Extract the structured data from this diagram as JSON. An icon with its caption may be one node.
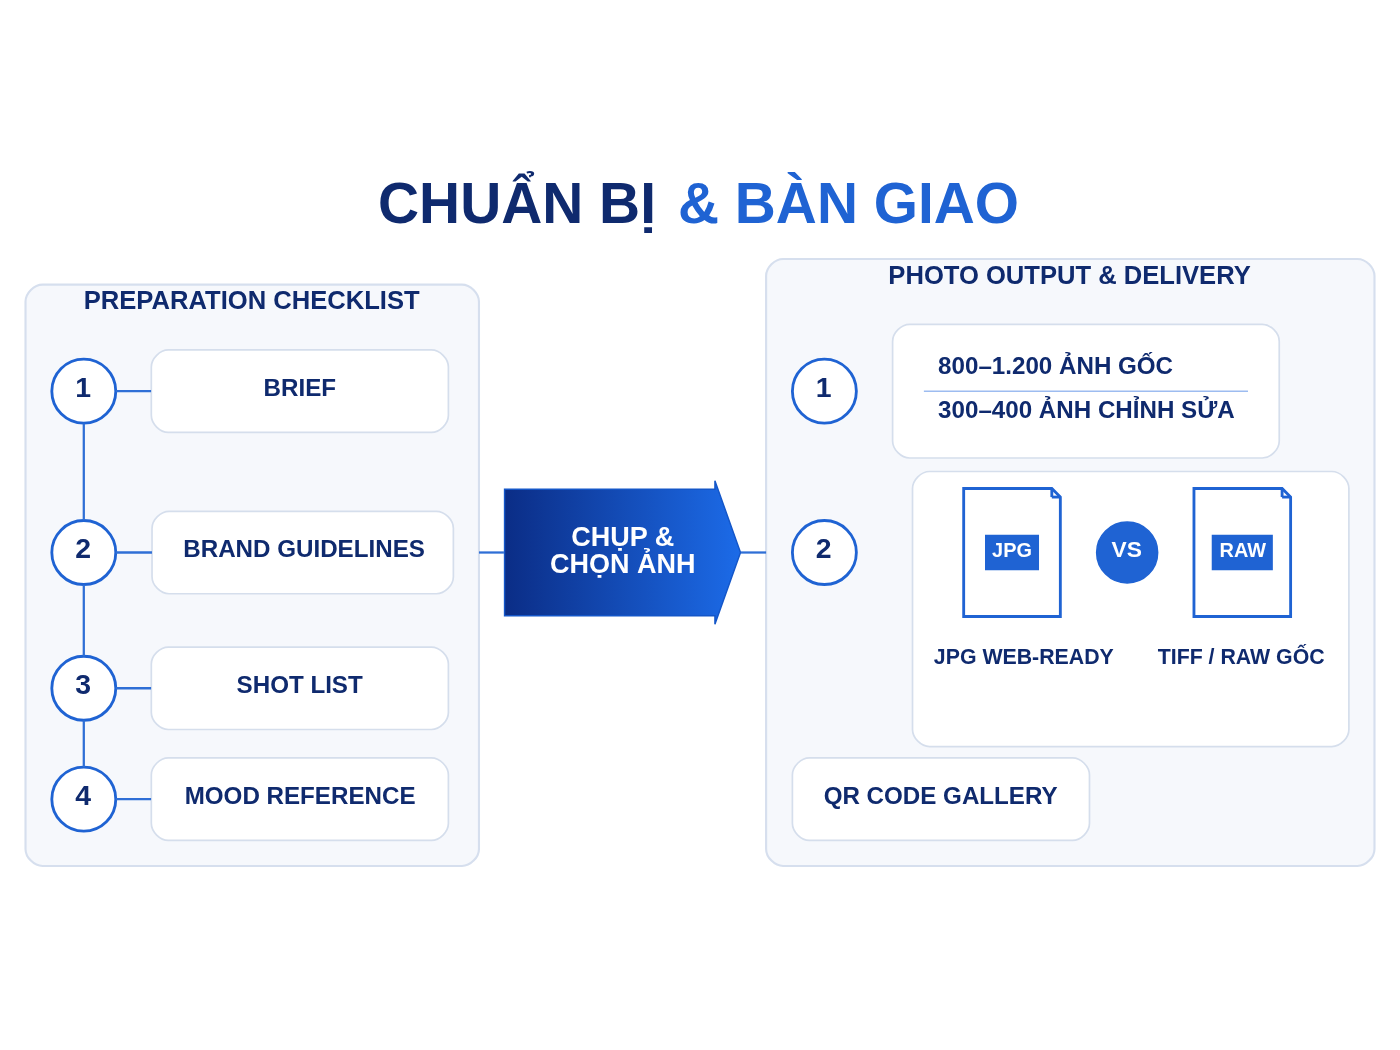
{
  "diagram": {
    "title": "CHUẨN BỊ & BÀN GIAO",
    "nodes": [
      {
        "text": [
          "PREPARATION CHECKLIST"
        ]
      },
      {
        "text": [
          "1"
        ],
        "in": 0
      },
      {
        "text": [
          "BRIEF"
        ],
        "in": 0
      },
      {
        "text": [
          "2"
        ],
        "in": 0
      },
      {
        "text": [
          "BRAND GUIDELINES"
        ],
        "in": 0
      },
      {
        "text": [
          "3"
        ],
        "in": 0
      },
      {
        "text": [
          "SHOT LIST"
        ],
        "in": 0
      },
      {
        "text": [
          "4"
        ],
        "in": 0
      },
      {
        "text": [
          "MOOD REFERENCE"
        ],
        "in": 0
      },
      {
        "text": [
          "CHỤP & CHỌN ẢNH"
        ]
      },
      {
        "text": [
          "PHOTO OUTPUT & DELIVERY"
        ]
      },
      {
        "text": [
          "1"
        ],
        "in": 10
      },
      {
        "text": [
          "800–1.200 ẢNH GỐC",
          "300–400 ẢNH CHỈNH SỬA"
        ],
        "in": 10
      },
      {
        "text": [
          "2"
        ],
        "in": 10
      },
      {
        "text": [],
        "shape": "box",
        "in": 10
      },
      {
        "text": [
          "JPG"
        ],
        "beside": [
          "JPG WEB-READY"
        ],
        "in": 14
      },
      {
        "text": [
          "VS"
        ],
        "in": 14
      },
      {
        "text": [
          "RAW"
        ],
        "beside": [
          "TIFF / RAW GỐC"
        ],
        "in": 14
      },
      {
        "text": [
          "QR CODE GALLERY"
        ],
        "in": 10
      }
    ],
    "edges": [
      {
        "from": 1,
        "to": 2,
        "arrow": "none"
      },
      {
        "from": 1,
        "to": 3,
        "arrow": "none"
      },
      {
        "from": 3,
        "to": 4,
        "arrow": "none"
      },
      {
        "from": 3,
        "to": 5,
        "arrow": "none"
      },
      {
        "from": 5,
        "to": 6,
        "arrow": "none"
      },
      {
        "from": 5,
        "to": 7,
        "arrow": "none"
      },
      {
        "from": 7,
        "to": 8,
        "arrow": "none"
      },
      {
        "from": 0,
        "to": 9,
        "arrow": "none"
      },
      {
        "from": 9,
        "to": 10,
        "arrow": "none"
      }
    ]
  }
}
